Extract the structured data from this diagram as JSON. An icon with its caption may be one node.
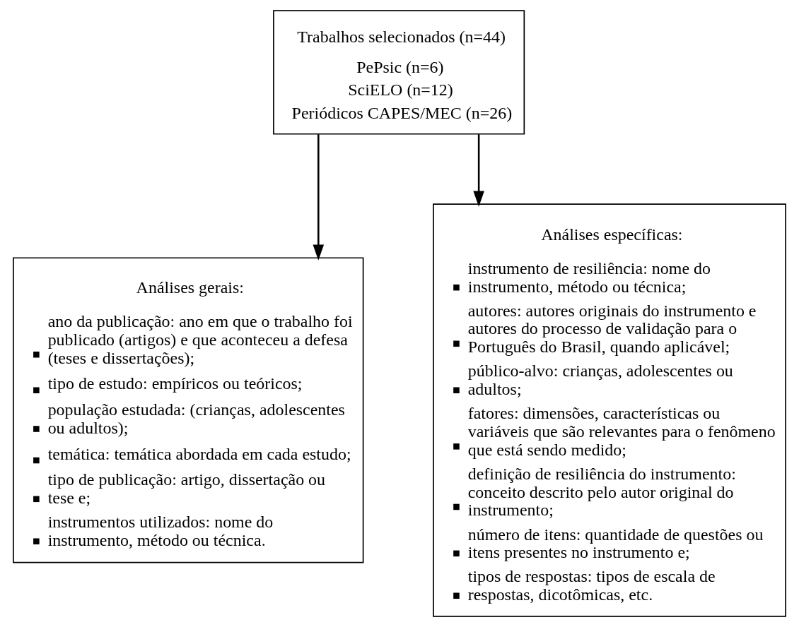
{
  "diagram": {
    "nodes": [
      {
        "text": [
          "Trabalhos selecionados (n=44)",
          "PePsic (n=6)",
          "SciELO (n=12)",
          "Periódicos CAPES/MEC (n=26)"
        ]
      },
      {
        "text": [
          "Análises gerais:",
          "ano da publicação: ano em que o trabalho foi publicado (artigos) e que aconteceu a defesa (teses e dissertações);",
          "tipo de estudo: empíricos ou teóricos;",
          "população estudada: (crianças, adolescentes ou adultos);",
          "temática: temática abordada em cada estudo;",
          "tipo de publicação: artigo, dissertação ou tese e;",
          "instrumentos utilizados: nome do instrumento, método ou técnica."
        ]
      },
      {
        "text": [
          "Análises específicas:",
          "instrumento de resiliência: nome do instrumento, método ou técnica;",
          "autores: autores originais do instrumento e autores do processo de validação para o Português do Brasil, quando aplicável;",
          "público-alvo: crianças, adolescentes ou adultos;",
          "fatores: dimensões, características ou variáveis que são relevantes para o fenômeno que está sendo medido;",
          "definição de resiliência do instrumento: conceito descrito pelo autor original do instrumento;",
          "número de itens: quantidade de questões ou itens presentes no instrumento e;",
          "tipos de respostas: tipos de escala de respostas, dicotômicas, etc."
        ]
      }
    ],
    "edges": [
      {
        "from": 0,
        "to": 1,
        "arrow": "to"
      },
      {
        "from": 0,
        "to": 2,
        "arrow": "to"
      }
    ]
  }
}
